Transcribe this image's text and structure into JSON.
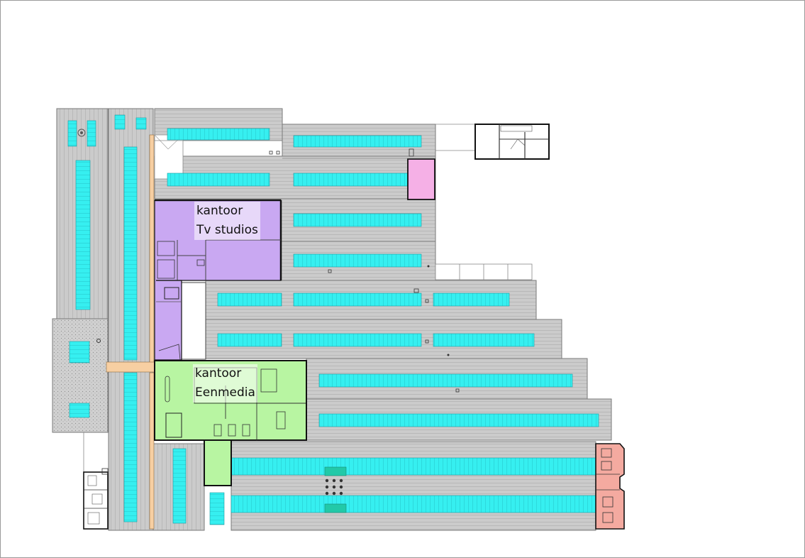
{
  "floor_plan": {
    "labels": {
      "tv_studios": {
        "line1": "kantoor",
        "line2": "Tv studios"
      },
      "eenmedia": {
        "line1": "kantoor",
        "line2": "Eenmedia"
      }
    },
    "colors": {
      "roof": "#c8c8c8",
      "roof_stripe": "#a9a9a9",
      "skylight": "#33f0f0",
      "tv_studios_office": "#c9a8f2",
      "eenmedia_office": "#b8f5a2",
      "pink_volume": "#f5b0e6",
      "salmon_volume": "#f4aaa0",
      "corridor": "#f7cfa2",
      "walls": "#111111"
    },
    "icons": [
      "roof-hatch-icon",
      "vent-grid-icon"
    ]
  }
}
